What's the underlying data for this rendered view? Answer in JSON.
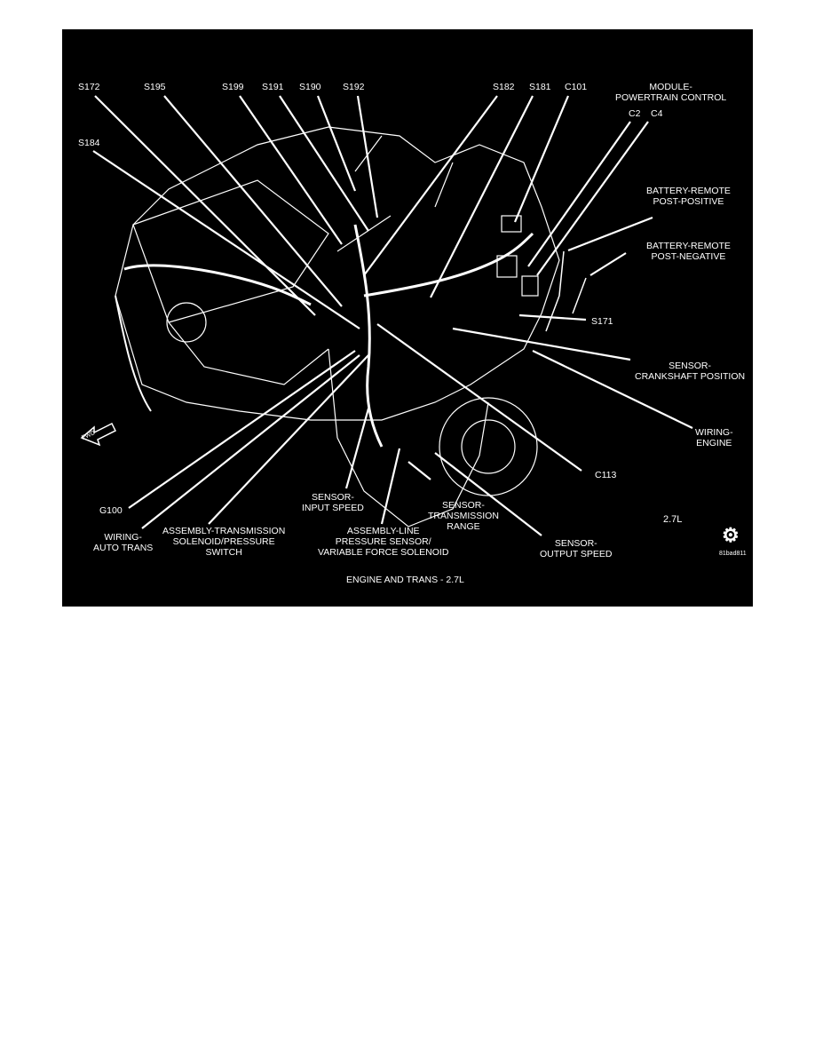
{
  "diagram": {
    "title": "ENGINE AND TRANS - 2.7L",
    "engine_label": "2.7L",
    "figure_code": "81bad811",
    "logo_icon": "gear-slash-icon",
    "colors": {
      "background": "#000000",
      "lines": "#ffffff"
    },
    "labels": {
      "s172": "S172",
      "s195": "S195",
      "s199": "S199",
      "s191": "S191",
      "s190": "S190",
      "s192": "S192",
      "s182": "S182",
      "s181": "S181",
      "c101": "C101",
      "pcm_1": "MODULE-",
      "pcm_2": "POWERTRAIN CONTROL",
      "c2": "C2",
      "c4": "C4",
      "s184": "S184",
      "batt_pos_1": "BATTERY-REMOTE",
      "batt_pos_2": "POST-POSITIVE",
      "batt_neg_1": "BATTERY-REMOTE",
      "batt_neg_2": "POST-NEGATIVE",
      "s171": "S171",
      "ckp_1": "SENSOR-",
      "ckp_2": "CRANKSHAFT POSITION",
      "wiring_engine_1": "WIRING-",
      "wiring_engine_2": "ENGINE",
      "c113": "C113",
      "g100": "G100",
      "wiring_trans_1": "WIRING-",
      "wiring_trans_2": "AUTO TRANS",
      "trans_sol_1": "ASSEMBLY-TRANSMISSION",
      "trans_sol_2": "SOLENOID/PRESSURE",
      "trans_sol_3": "SWITCH",
      "input_1": "SENSOR-",
      "input_2": "INPUT SPEED",
      "line_1": "ASSEMBLY-LINE",
      "line_2": "PRESSURE SENSOR/",
      "line_3": "VARIABLE FORCE SOLENOID",
      "range_1": "SENSOR-",
      "range_2": "TRANSMISSION",
      "range_3": "RANGE",
      "output_1": "SENSOR-",
      "output_2": "OUTPUT SPEED",
      "fwd": "FWD"
    }
  }
}
